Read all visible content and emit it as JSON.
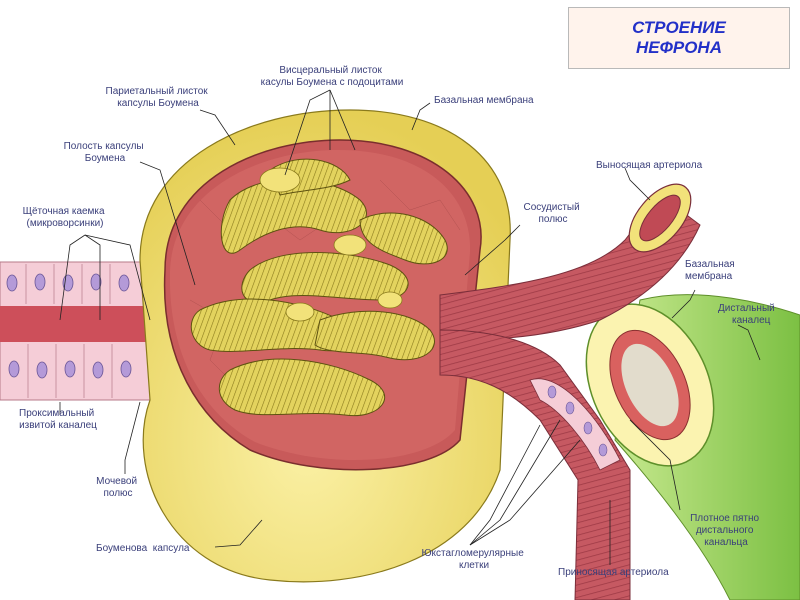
{
  "title": {
    "line1": "СТРОЕНИЕ",
    "line2": "НЕФРОНА"
  },
  "labels": {
    "parietal": [
      "Париетальный листок",
      "капсулы Боумена"
    ],
    "visceral": [
      "Висцеральный листок",
      "касулы Боумена с подоцитами"
    ],
    "basal_top": [
      "Базальная мембрана"
    ],
    "cavity": [
      "Полость капсулы",
      "Боумена"
    ],
    "brush": [
      "Щёточная каемка",
      "(микроворсинки)"
    ],
    "vascular_pole": [
      "Сосудистый",
      "полюс"
    ],
    "efferent": [
      "Выносящая артериола"
    ],
    "basal_right": [
      "Базальная",
      "мембрана"
    ],
    "distal": [
      "Дистальный",
      "каналец"
    ],
    "proximal": [
      "Проксимальный",
      "извитой каналец"
    ],
    "urinary_pole": [
      "Мочевой",
      "полюс"
    ],
    "bowman": [
      "Боуменова  капсула"
    ],
    "jg": [
      "Юкстагломерулярные",
      "клетки"
    ],
    "afferent": [
      "Приносящая артериола"
    ],
    "macula": [
      "Плотное пятно",
      "дистального",
      "канальца"
    ]
  },
  "colors": {
    "title_text": "#2230c8",
    "title_bg": "#fff3ec",
    "label_text": "#3a3f7a",
    "capsule_yellow": "#f2e27a",
    "cavity_red": "#d2605f",
    "glomerulus": "#d7c64a",
    "arteriole": "#c85a63",
    "tubule_pink": "#f5cdd7",
    "distal_green": "#a8d86a",
    "nucleus_purple": "#b49ad8"
  }
}
